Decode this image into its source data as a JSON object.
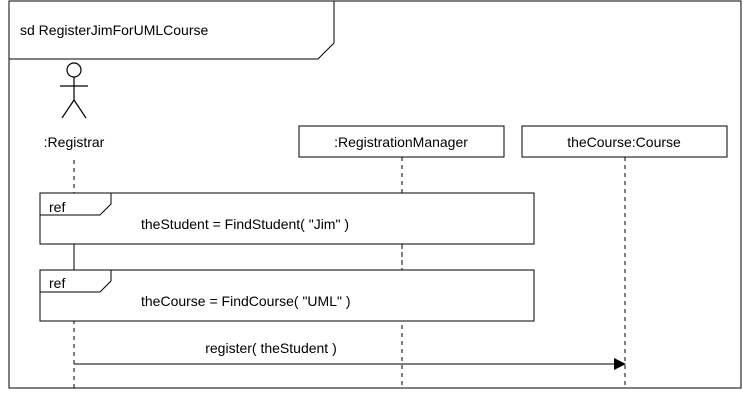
{
  "diagram": {
    "frame_label": "sd RegisterJimForUMLCourse",
    "lifelines": [
      {
        "id": "registrar",
        "label": ":Registrar",
        "kind": "actor"
      },
      {
        "id": "registration-manager",
        "label": ":RegistrationManager",
        "kind": "object"
      },
      {
        "id": "the-course",
        "label": "theCourse:Course",
        "kind": "object"
      }
    ],
    "interaction_uses": [
      {
        "tag": "ref",
        "text": "theStudent = FindStudent( \"Jim\" )"
      },
      {
        "tag": "ref",
        "text": "theCourse = FindCourse( \"UML\" )"
      }
    ],
    "messages": [
      {
        "label": "register( theStudent )",
        "from": "registrar",
        "to": "the-course"
      }
    ]
  }
}
